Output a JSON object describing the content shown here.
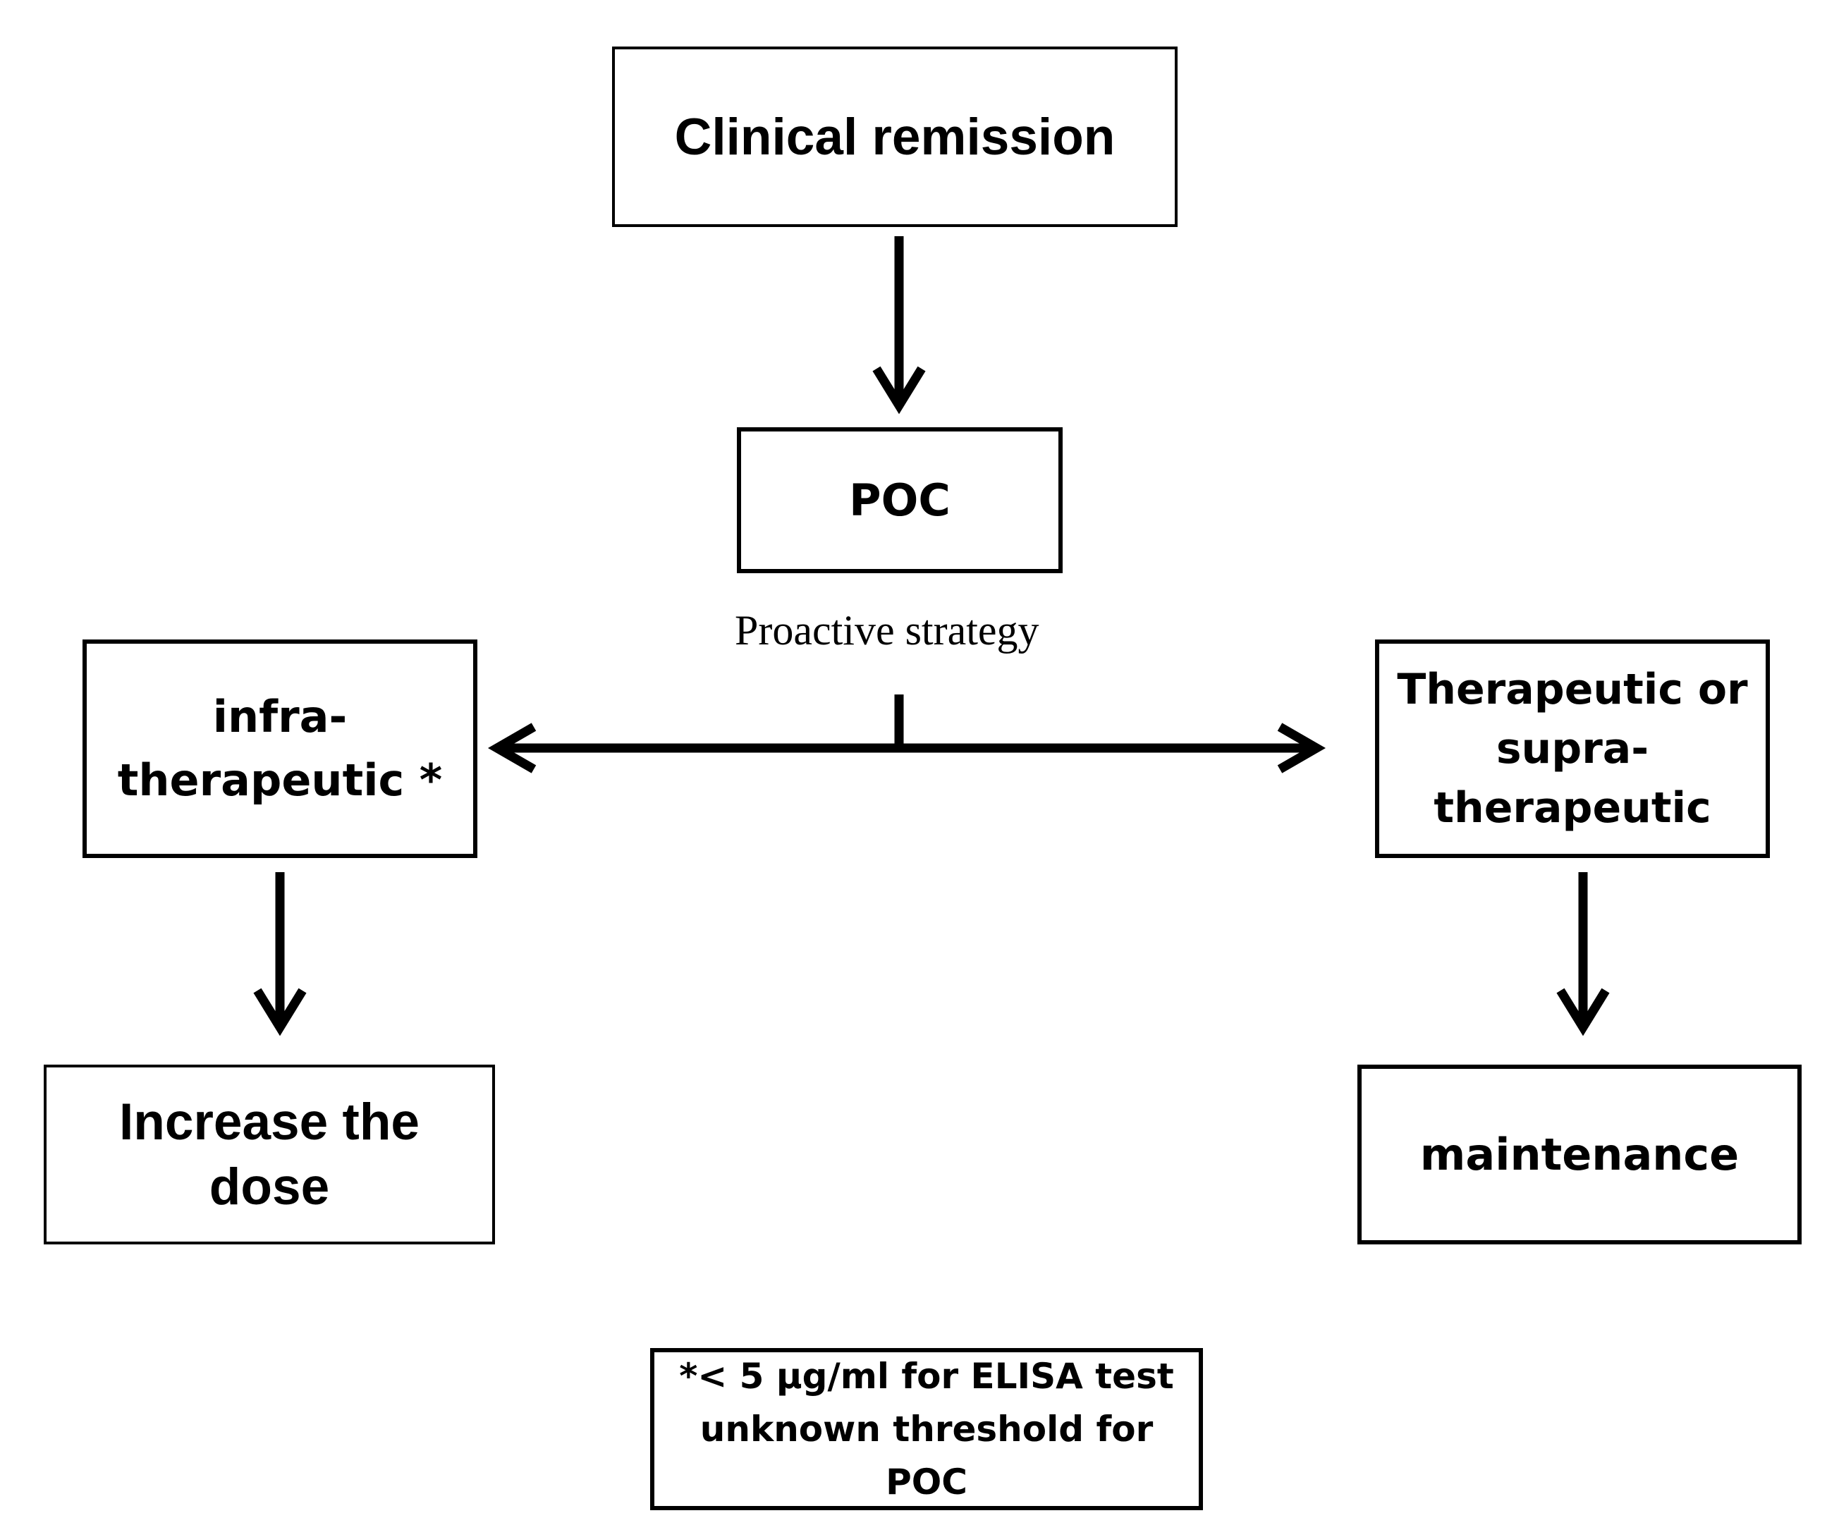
{
  "nodes": {
    "clinical_remission": "Clinical remission",
    "poc": "POC",
    "infra": [
      "infra-",
      "therapeutic *"
    ],
    "therapeutic": [
      "Therapeutic or",
      "supra-",
      "therapeutic"
    ],
    "increase_dose": [
      "Increase the",
      "dose"
    ],
    "maintenance": "maintenance"
  },
  "labels": {
    "proactive_strategy": "Proactive strategy"
  },
  "footnote": [
    "*< 5 µg/ml for ELISA test",
    "unknown threshold for POC"
  ],
  "colors": {
    "stroke": "#000000",
    "background": "#ffffff"
  }
}
